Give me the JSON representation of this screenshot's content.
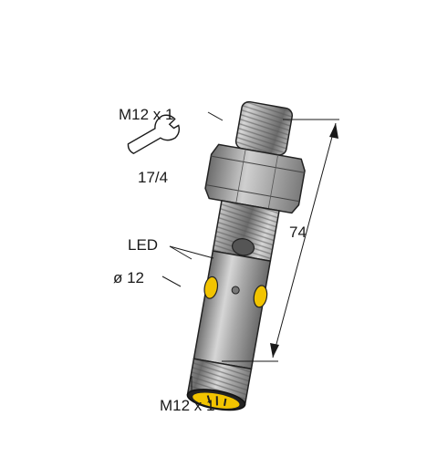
{
  "labels": {
    "thread_top": "M12 x 1",
    "wrench_size": "17/4",
    "led": "LED",
    "diameter": "ø 12",
    "length": "74",
    "thread_bottom": "M12 x 1"
  },
  "colors": {
    "body": "#9a9a9a",
    "body_light": "#d4d4d4",
    "body_dark": "#6e6e6e",
    "led_yellow": "#f2c400",
    "outline": "#222222",
    "line": "#1a1a1a"
  },
  "icons": [
    "wrench-icon"
  ]
}
